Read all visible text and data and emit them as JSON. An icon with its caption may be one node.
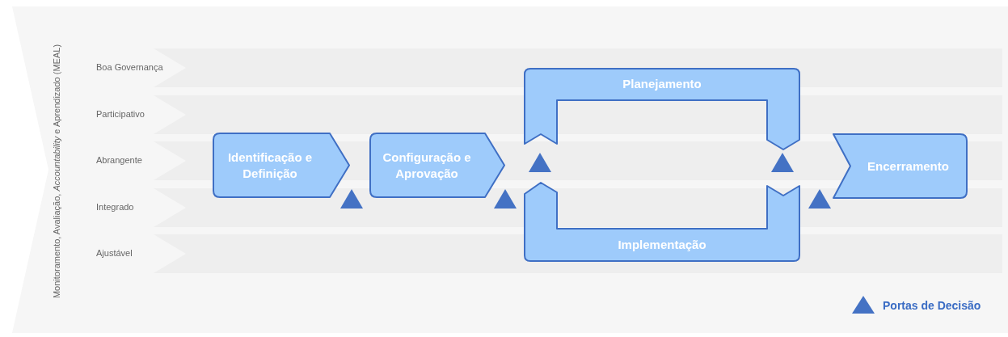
{
  "diagram": {
    "nodes": [
      {
        "text": [
          "Identificação e Definição"
        ]
      },
      {
        "text": [],
        "shape": "triangle"
      },
      {
        "text": [
          "Configuração e Aprovação"
        ]
      },
      {
        "text": [],
        "shape": "triangle"
      },
      {
        "text": [
          "Planejamento"
        ]
      },
      {
        "text": [],
        "shape": "triangle"
      },
      {
        "text": [
          "Implementação"
        ]
      },
      {
        "text": [],
        "shape": "triangle"
      },
      {
        "text": [],
        "shape": "triangle"
      },
      {
        "text": [
          "Encerramento"
        ]
      }
    ],
    "labels": [
      "Monitoramento, Avaliação, *Accountability* e Aprendizado (MEAL)",
      "Boa Governança",
      "Participativo",
      "Abrangente",
      "Integrado",
      "Ajustável"
    ],
    "legend": [
      {
        "text": "Portas de Decisão"
      }
    ]
  }
}
